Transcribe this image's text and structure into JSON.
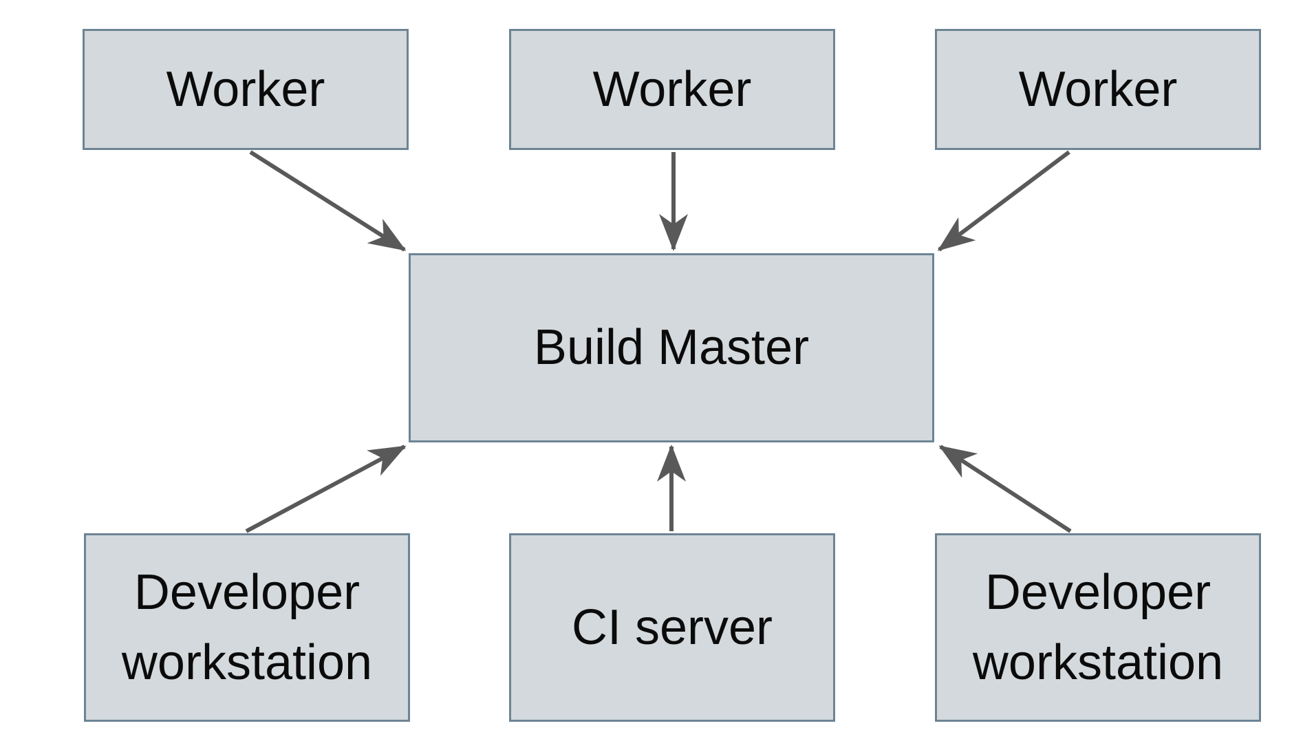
{
  "diagram": {
    "type": "architecture-diagram",
    "nodes": {
      "worker1": {
        "label": "Worker"
      },
      "worker2": {
        "label": "Worker"
      },
      "worker3": {
        "label": "Worker"
      },
      "build_master": {
        "label": "Build Master"
      },
      "dev_workstation_left": {
        "label": "Developer\nworkstation"
      },
      "ci_server": {
        "label": "CI server"
      },
      "dev_workstation_right": {
        "label": "Developer\nworkstation"
      }
    },
    "edges": [
      {
        "from": "worker1",
        "to": "build_master"
      },
      {
        "from": "worker2",
        "to": "build_master"
      },
      {
        "from": "worker3",
        "to": "build_master"
      },
      {
        "from": "dev_workstation_left",
        "to": "build_master"
      },
      {
        "from": "ci_server",
        "to": "build_master"
      },
      {
        "from": "dev_workstation_right",
        "to": "build_master"
      }
    ],
    "colors": {
      "background": "#ffffff",
      "node_fill": "#d3d9dc",
      "node_border": "#6d8494",
      "arrow": "#595959",
      "text": "#0b0b0b"
    }
  }
}
